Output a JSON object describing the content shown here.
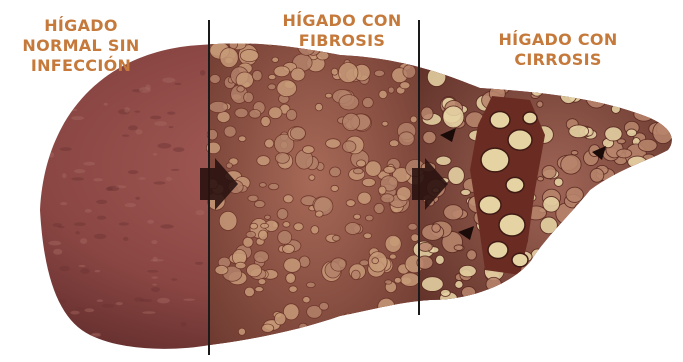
{
  "labels": {
    "normal": [
      "HÍGADO",
      "NORMAL SIN",
      "INFECCIÓN"
    ],
    "fibrosis": [
      "HÍGADO CON",
      "FIBROSIS"
    ],
    "cirrhosis": [
      "HÍGADO CON",
      "CIRROSIS"
    ]
  },
  "colors": {
    "label_text": "#c57a3c",
    "background": "#ffffff",
    "liver_base": "#8c4a44",
    "liver_shadow": "#5a2a26",
    "nodule_light": "#c79a78",
    "nodule_pale": "#e6d3a4",
    "divider": "#1a1a1a",
    "arrow": "#2a1210"
  },
  "icons": [
    "arrow-right-icon",
    "arrow-right-icon"
  ]
}
